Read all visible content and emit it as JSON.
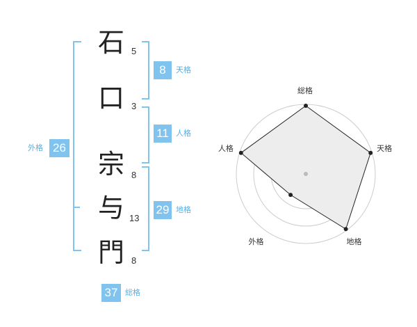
{
  "name": {
    "characters": [
      {
        "char": "石",
        "strokes": "5"
      },
      {
        "char": "口",
        "strokes": "3"
      },
      {
        "char": "宗",
        "strokes": "8"
      },
      {
        "char": "与",
        "strokes": "13"
      },
      {
        "char": "門",
        "strokes": "8"
      }
    ]
  },
  "fortunes": {
    "tenkaku": {
      "value": "8",
      "label": "天格"
    },
    "jinkaku": {
      "value": "11",
      "label": "人格"
    },
    "chikaku": {
      "value": "29",
      "label": "地格"
    },
    "gaikaku": {
      "value": "26",
      "label": "外格"
    },
    "soukaku": {
      "value": "37",
      "label": "総格"
    }
  },
  "radar": {
    "axes": [
      "総格",
      "天格",
      "地格",
      "外格",
      "人格"
    ],
    "values": [
      1.0,
      1.0,
      1.0,
      0.38,
      1.0
    ],
    "max": 1.0,
    "colors": {
      "fill": "#ededed",
      "line": "#222222",
      "ring": "#cccccc",
      "center": "#bbbbbb"
    }
  },
  "colors": {
    "accent": "#7fc3ee"
  }
}
